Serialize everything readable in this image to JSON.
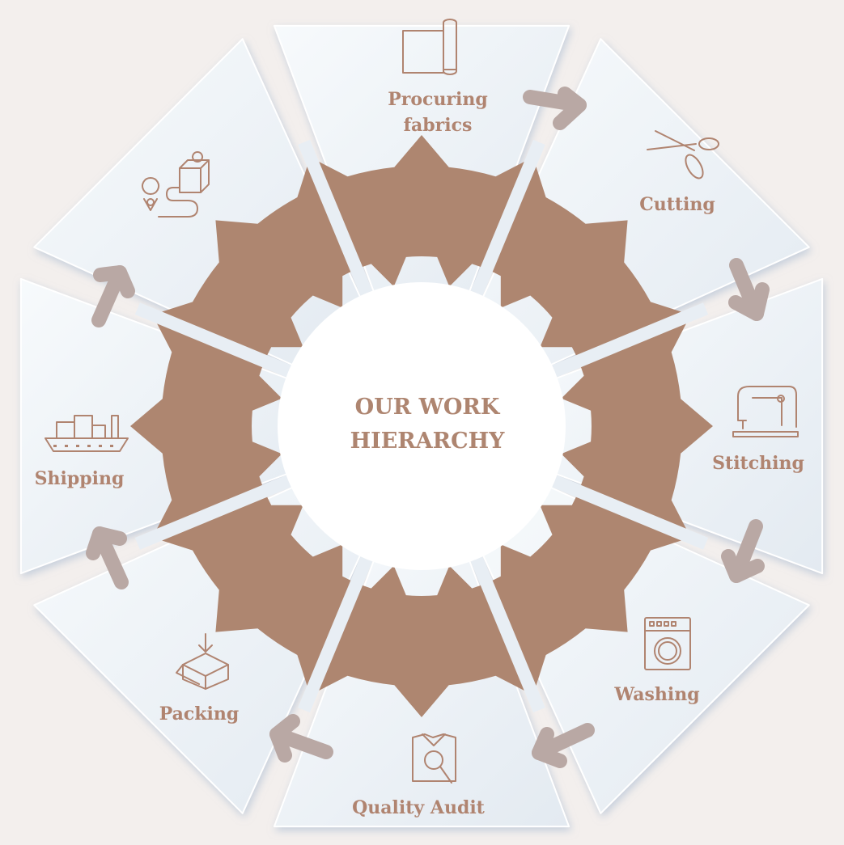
{
  "center": {
    "title_line1": "OUR WORK",
    "title_line2": "HIERARCHY"
  },
  "steps": [
    {
      "label_line1": "Procuring",
      "label_line2": "fabrics",
      "icon": "fabric-roll-icon"
    },
    {
      "label_line1": "Cutting",
      "label_line2": "",
      "icon": "scissors-icon"
    },
    {
      "label_line1": "Stitching",
      "label_line2": "",
      "icon": "sewing-machine-icon"
    },
    {
      "label_line1": "Washing",
      "label_line2": "",
      "icon": "washing-machine-icon"
    },
    {
      "label_line1": "Quality Audit",
      "label_line2": "",
      "icon": "quality-inspection-icon"
    },
    {
      "label_line1": "Packing",
      "label_line2": "",
      "icon": "packing-box-icon"
    },
    {
      "label_line1": "Shipping",
      "label_line2": "",
      "icon": "cargo-ship-icon"
    },
    {
      "label_line1": "",
      "label_line2": "",
      "icon": "delivery-route-icon"
    }
  ],
  "colors": {
    "background": "#f3efed",
    "ring": "#ae8670",
    "panel": "#edf2f7",
    "label": "#b08470",
    "arrow": "#b9a8a4"
  }
}
